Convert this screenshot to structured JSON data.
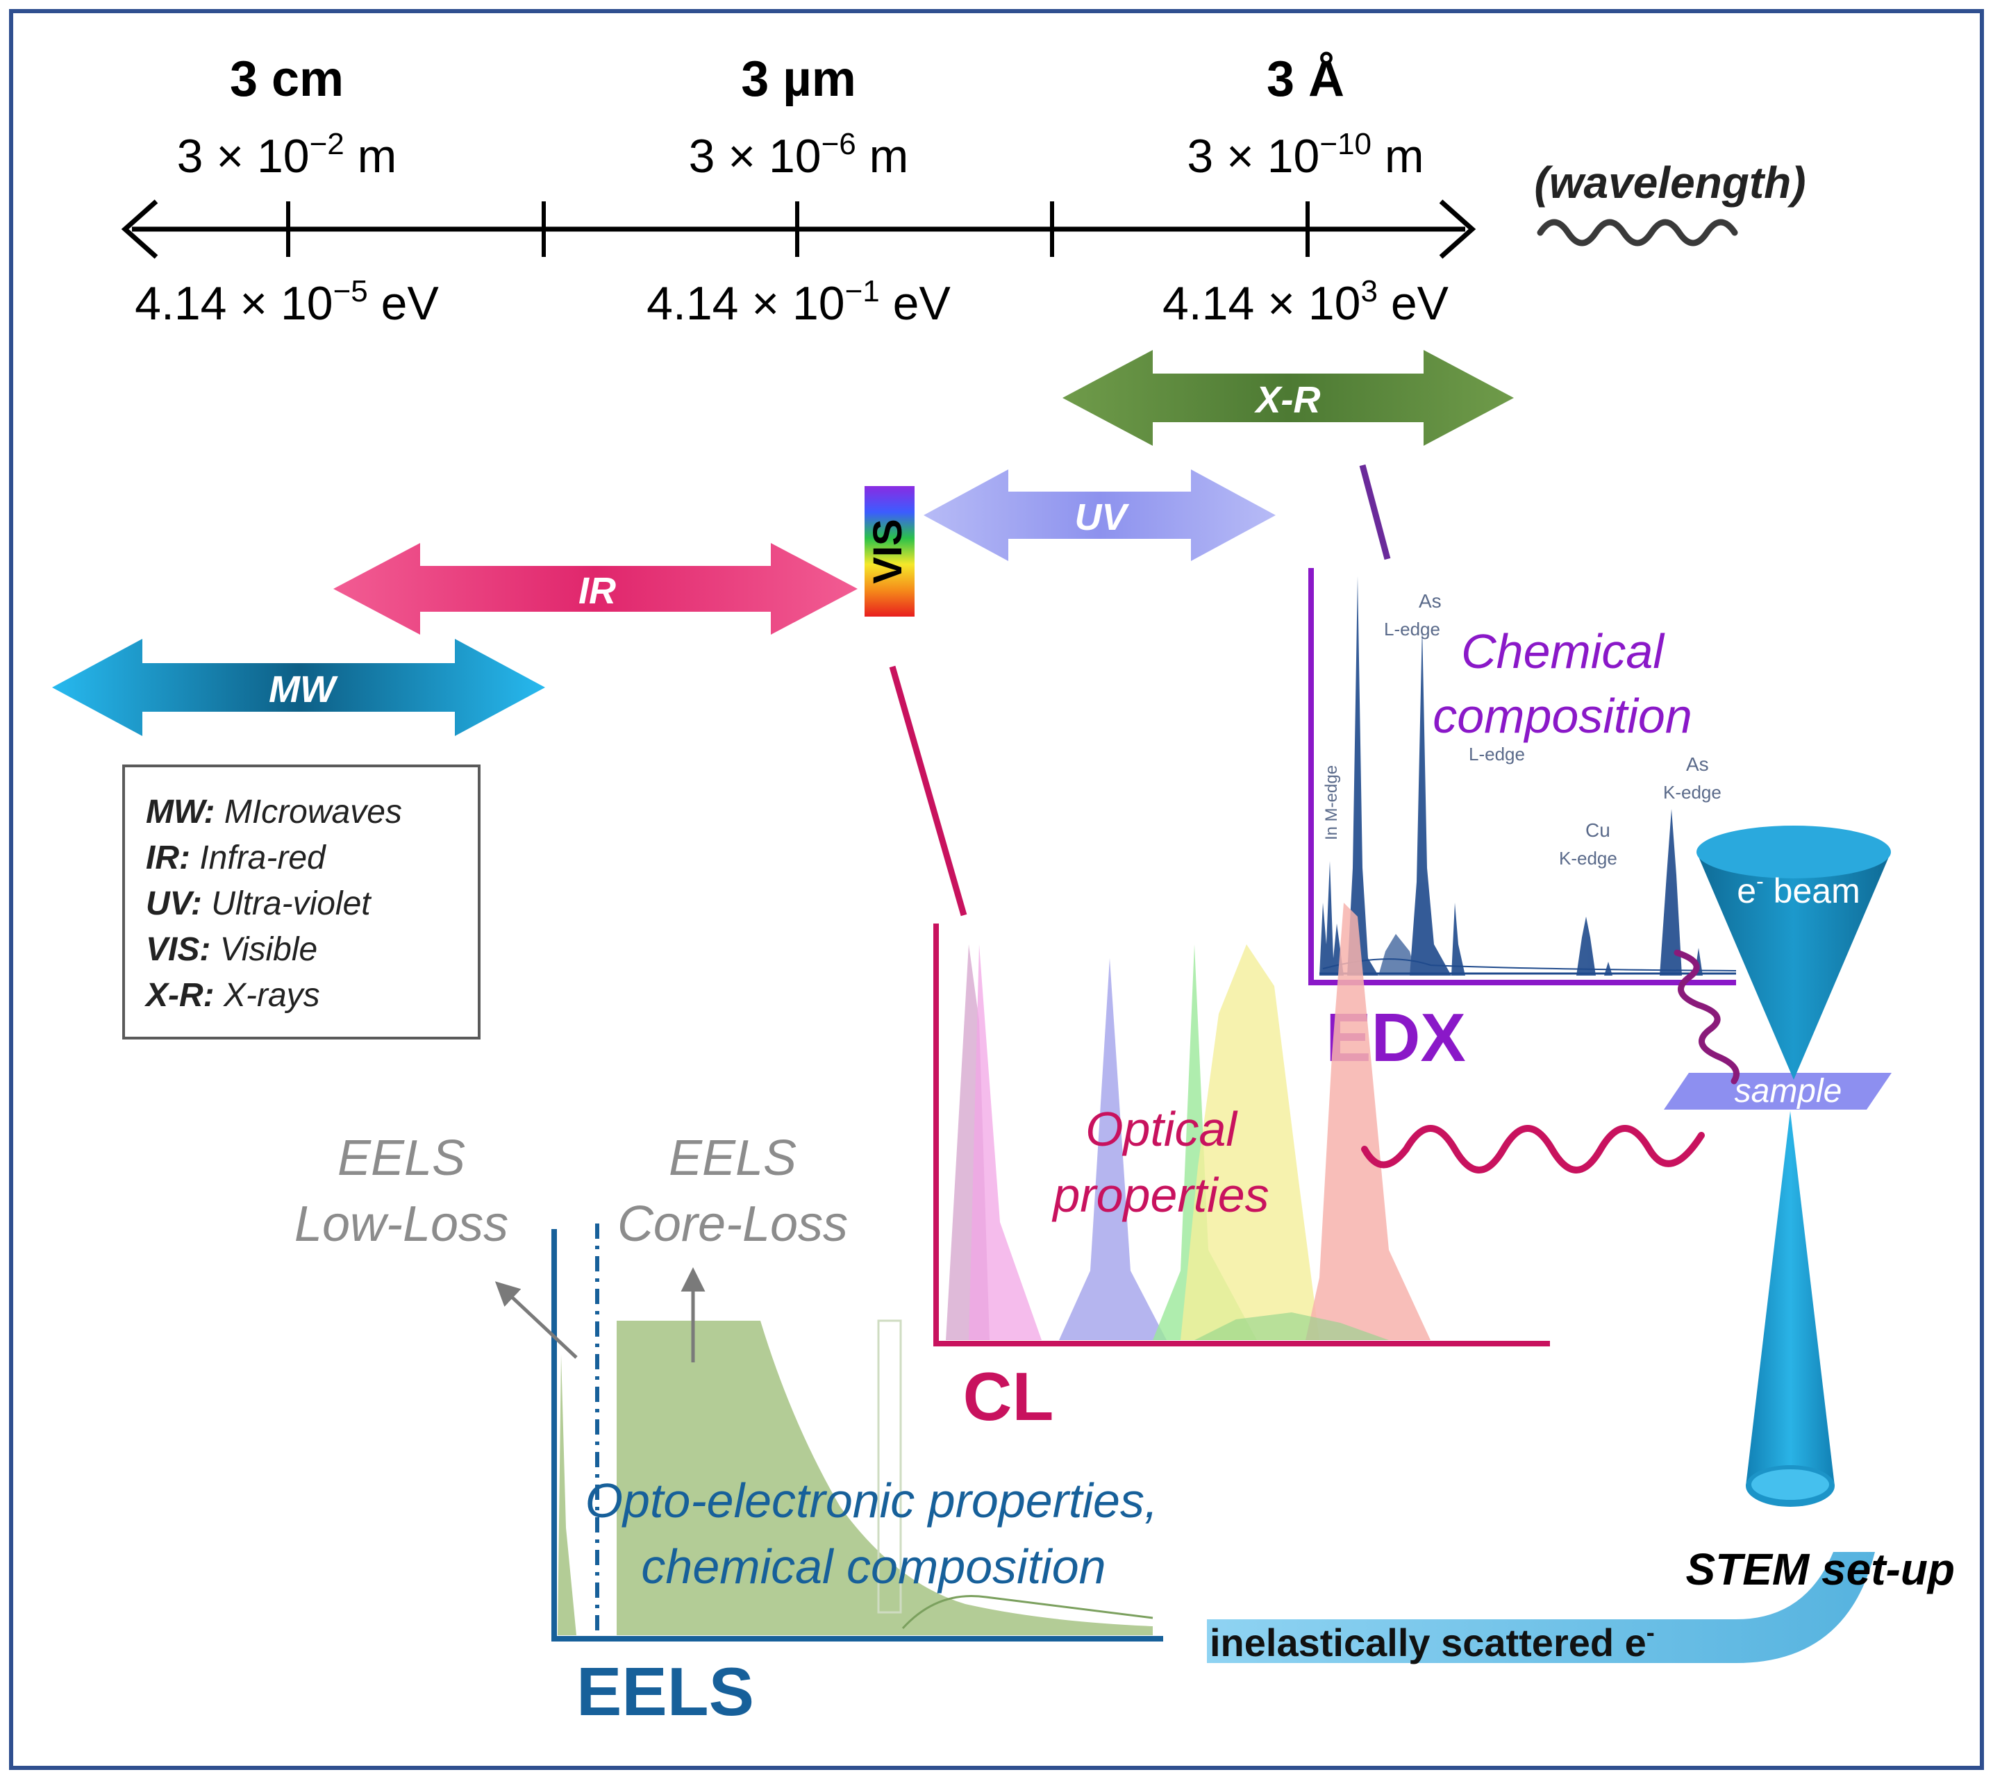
{
  "scale": {
    "ticks": [
      {
        "name": "3 cm",
        "wave_main": "3 × 10",
        "wave_exp": "−2",
        "wave_unit": " m",
        "energy_main": "4.14 × 10",
        "energy_exp": "−5",
        "energy_unit": " eV"
      },
      {
        "name": "3 µm",
        "wave_main": "3 × 10",
        "wave_exp": "−6",
        "wave_unit": " m",
        "energy_main": "4.14 × 10",
        "energy_exp": "−1",
        "energy_unit": " eV"
      },
      {
        "name": "3 Å",
        "wave_main": "3 × 10",
        "wave_exp": "−10",
        "wave_unit": " m",
        "energy_main": "4.14 × 10",
        "energy_exp": "3",
        "energy_unit": " eV"
      }
    ],
    "wavelength_label": "(wavelength)"
  },
  "bands": {
    "mw": "MW",
    "ir": "IR",
    "vis": "VIS",
    "uv": "UV",
    "xr": "X-R"
  },
  "legend": [
    {
      "abbr": "MW:",
      "full": "MIcrowaves"
    },
    {
      "abbr": "IR:",
      "full": "Infra-red"
    },
    {
      "abbr": "UV:",
      "full": "Ultra-violet"
    },
    {
      "abbr": "VIS:",
      "full": "Visible"
    },
    {
      "abbr": "X-R:",
      "full": "X-rays"
    }
  ],
  "edx": {
    "title": "EDX",
    "caption_line1": "Chemical",
    "caption_line2": "composition",
    "spectrum_labels": {
      "as_l_1": "As",
      "as_l_2": "L-edge",
      "l_edge": "L-edge",
      "in_m": "In M-edge",
      "as_k_1": "As",
      "as_k_2": "K-edge",
      "cu_1": "Cu",
      "cu_2": "K-edge"
    }
  },
  "cl": {
    "title": "CL",
    "caption_line1": "Optical",
    "caption_line2": "properties"
  },
  "eels": {
    "title": "EELS",
    "low_loss_line1": "EELS",
    "low_loss_line2": "Low-Loss",
    "core_loss_line1": "EELS",
    "core_loss_line2": "Core-Loss",
    "caption_line1": "Opto-electronic properties,",
    "caption_line2": "chemical composition"
  },
  "stem": {
    "beam_label": "e",
    "beam_sup": "-",
    "beam_word": " beam",
    "sample_label": "sample",
    "setup_label": "STEM set-up",
    "scattered_label": "inelastically scattered e",
    "scattered_sup": "-"
  },
  "colors": {
    "frame": "#2f4f8f",
    "mw": "#1aa3d9",
    "ir": "#e8407a",
    "uv": "#9aa0f2",
    "xr": "#5e8a3c",
    "edx": "#8a18c8",
    "cl": "#c8125e",
    "eels": "#17609a",
    "eels_fill": "#b3cc96",
    "stem_cone": "#1a8fbf",
    "gray_text": "#8c8c8c"
  }
}
